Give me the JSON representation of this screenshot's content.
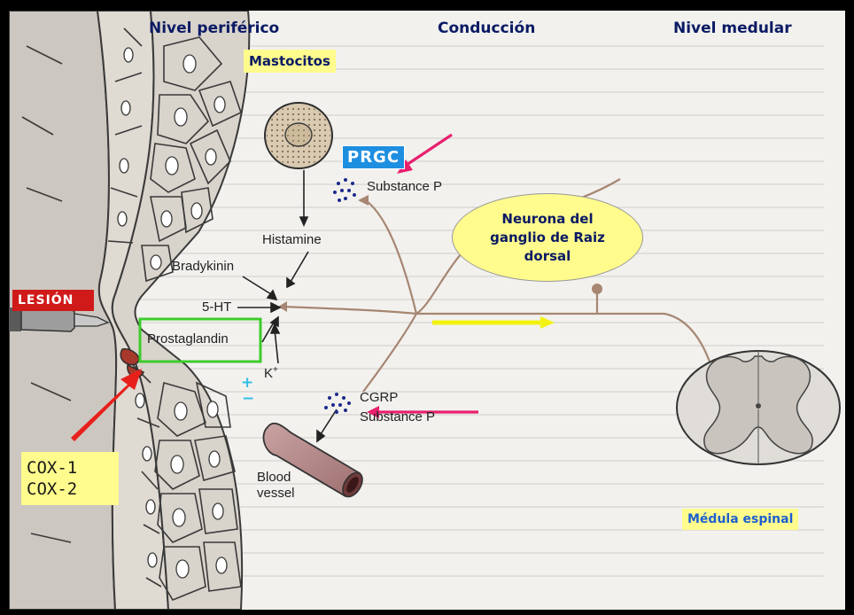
{
  "headers": {
    "peripheral": "Nivel periférico",
    "conduction": "Conducción",
    "spinal": "Nivel medular"
  },
  "callouts": {
    "mast_cells": "Mastocitos",
    "prgc": "PRGC",
    "neuron": "Neurona del ganglio de Raiz dorsal",
    "lesion": "LESIÓN",
    "cox1": "COX-1",
    "cox2": "COX-2",
    "spinal_cord": "Médula espinal"
  },
  "mediators": {
    "substance_p_top": "Substance P",
    "histamine": "Histamine",
    "bradykinin": "Bradykinin",
    "serotonin": "5-HT",
    "prostaglandin": "Prostaglandin",
    "potassium": "K",
    "potassium_sup": "+",
    "cgrp": "CGRP",
    "substance_p_bottom": "Substance P",
    "blood_vessel_line1": "Blood",
    "blood_vessel_line2": "vessel",
    "plus_sign": "+",
    "minus_sign": "−"
  },
  "colors": {
    "header_text": "#0a1a64",
    "callout_yellow": "#fffb8c",
    "prgc_blue": "#1e8fe0",
    "lesion_red": "#d01a1a",
    "arrow_red": "#e8201c",
    "arrow_pink": "#e8206e",
    "prostaglandin_box": "#3ccc2c",
    "signal_arrow": "#f2f212",
    "nerve": "#a78672"
  }
}
